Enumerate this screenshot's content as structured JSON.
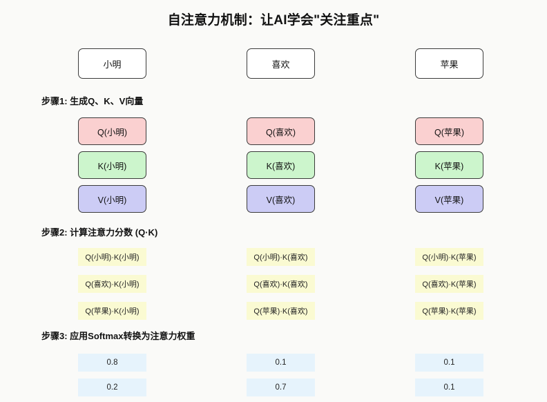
{
  "title": "自注意力机制：让AI学会\"关注重点\"",
  "tokens": [
    {
      "label": "小明"
    },
    {
      "label": "喜欢"
    },
    {
      "label": "苹果"
    }
  ],
  "steps": [
    {
      "label": "步骤1: 生成Q、K、V向量"
    },
    {
      "label": "步骤2: 计算注意力分数 (Q·K)"
    },
    {
      "label": "步骤3: 应用Softmax转换为注意力权重"
    }
  ],
  "qkv": {
    "rows": [
      {
        "kind": "Q",
        "cells": [
          "Q(小明)",
          "Q(喜欢)",
          "Q(苹果)"
        ]
      },
      {
        "kind": "K",
        "cells": [
          "K(小明)",
          "K(喜欢)",
          "K(苹果)"
        ]
      },
      {
        "kind": "V",
        "cells": [
          "V(小明)",
          "V(喜欢)",
          "V(苹果)"
        ]
      }
    ]
  },
  "scores": {
    "rows": [
      {
        "cells": [
          "Q(小明)·K(小明)",
          "Q(小明)·K(喜欢)",
          "Q(小明)·K(苹果)"
        ]
      },
      {
        "cells": [
          "Q(喜欢)·K(小明)",
          "Q(喜欢)·K(喜欢)",
          "Q(喜欢)·K(苹果)"
        ]
      },
      {
        "cells": [
          "Q(苹果)·K(小明)",
          "Q(苹果)·K(喜欢)",
          "Q(苹果)·K(苹果)"
        ]
      }
    ]
  },
  "weights": {
    "rows": [
      {
        "cells": [
          "0.8",
          "0.1",
          "0.1"
        ]
      },
      {
        "cells": [
          "0.2",
          "0.7",
          "0.1"
        ]
      }
    ]
  },
  "colors": {
    "background": "#fafaf8",
    "token_fill": "#ffffff",
    "q_fill": "#fad0d0",
    "k_fill": "#ccf5cc",
    "v_fill": "#ccccf5",
    "score_fill": "#fafad2",
    "weight_fill": "#e6f3fc",
    "border": "#3a3a3a",
    "text": "#111111"
  }
}
